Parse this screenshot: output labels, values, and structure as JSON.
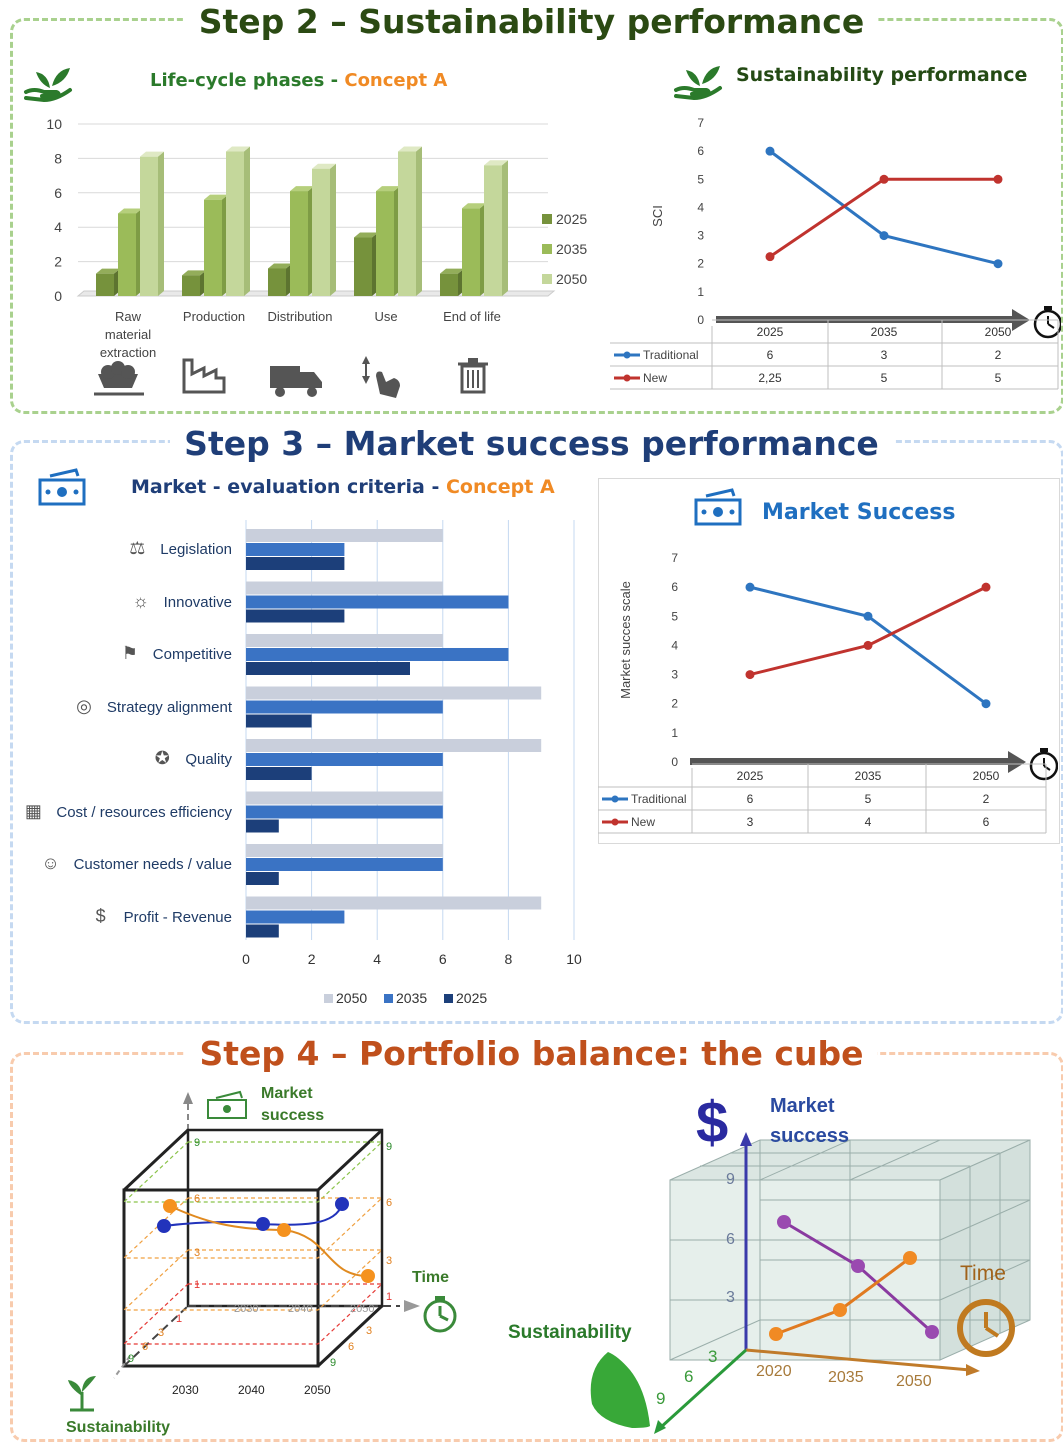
{
  "step2": {
    "title": "Step 2 – Sustainability performance",
    "lifecycle": {
      "title_prefix": "Life-cycle phases - ",
      "title_concept": "Concept A",
      "icons": [
        "ore-cart-icon",
        "factory-icon",
        "truck-icon",
        "hand-use-icon",
        "trash-icon"
      ]
    },
    "sustainability": {
      "title": "Sustainability performance",
      "table_rows": [
        {
          "label": "Traditional",
          "values": [
            "6",
            "3",
            "2"
          ]
        },
        {
          "label": "New",
          "values": [
            "2,25",
            "5",
            "5"
          ]
        }
      ]
    }
  },
  "step3": {
    "title": "Step 3 – Market success performance",
    "market": {
      "title_prefix": "Market - evaluation criteria - ",
      "title_concept": "Concept A",
      "criteria": [
        "Legislation",
        "Innovative",
        "Competitive",
        "Strategy alignment",
        "Quality",
        "Cost / resources efficiency",
        "Customer needs / value",
        "Profit - Revenue"
      ],
      "criteria_icons": [
        "scale-icon",
        "lightbulb-icon",
        "flags-icon",
        "target-icon",
        "award-icon",
        "bricks-icon",
        "people-icon",
        "dollar-icon"
      ]
    },
    "market_success": {
      "title": "Market Success",
      "table_rows": [
        {
          "label": "Traditional",
          "values": [
            "6",
            "5",
            "2"
          ]
        },
        {
          "label": "New",
          "values": [
            "3",
            "4",
            "6"
          ]
        }
      ]
    }
  },
  "step4": {
    "title": "Step 4 – Portfolio balance: the cube",
    "left_cube": {
      "axis_market": [
        "Market",
        "success"
      ],
      "axis_time": "Time",
      "axis_sustainability": "Sustainability",
      "years": [
        "2030",
        "2040",
        "2050"
      ],
      "levels": [
        "1",
        "3",
        "6",
        "9"
      ]
    },
    "right_cube": {
      "axis_market": [
        "Market",
        "success"
      ],
      "axis_time": "Time",
      "axis_sustainability": "Sustainability",
      "dollar": "$",
      "years": [
        "2020",
        "2035",
        "2050"
      ],
      "vertical_ticks": [
        "3",
        "6",
        "9"
      ],
      "depth_ticks": [
        "3",
        "6",
        "9"
      ]
    }
  },
  "colors": {
    "traditional": "#2e75c0",
    "new": "#c0332e",
    "green_dark": "#76923c",
    "green_mid": "#9bbb59",
    "green_light": "#c4d79b"
  },
  "chart_data": [
    {
      "type": "bar",
      "title": "Life-cycle phases - Concept A",
      "categories": [
        "Raw material extraction",
        "Production",
        "Distribution",
        "Use",
        "End of life"
      ],
      "series": [
        {
          "name": "2025",
          "values": [
            1.3,
            1.2,
            1.6,
            3.4,
            1.3
          ]
        },
        {
          "name": "2035",
          "values": [
            4.8,
            5.6,
            6.1,
            6.1,
            5.1
          ]
        },
        {
          "name": "2050",
          "values": [
            8.1,
            8.4,
            7.4,
            8.4,
            7.6
          ]
        }
      ],
      "ylim": [
        0,
        10
      ],
      "yticks": [
        "0",
        "2",
        "4",
        "6",
        "8",
        "10"
      ],
      "legend": "right"
    },
    {
      "type": "line",
      "title": "Sustainability performance",
      "ylabel": "SCI",
      "x": [
        "2025",
        "2035",
        "2050"
      ],
      "series": [
        {
          "name": "Traditional",
          "values": [
            6,
            3,
            2
          ]
        },
        {
          "name": "New",
          "values": [
            2.25,
            5,
            5
          ]
        }
      ],
      "ylim": [
        0,
        7
      ],
      "yticks": [
        "0",
        "1",
        "2",
        "3",
        "4",
        "5",
        "6",
        "7"
      ],
      "legend": "table below"
    },
    {
      "type": "bar",
      "orientation": "horizontal",
      "title": "Market - evaluation criteria - Concept A",
      "categories": [
        "Legislation",
        "Innovative",
        "Competitive",
        "Strategy alignment",
        "Quality",
        "Cost / resources efficiency",
        "Customer needs / value",
        "Profit - Revenue"
      ],
      "series": [
        {
          "name": "2050",
          "values": [
            6,
            6,
            6,
            9,
            9,
            6,
            6,
            9
          ]
        },
        {
          "name": "2035",
          "values": [
            3,
            8,
            8,
            6,
            6,
            6,
            6,
            3
          ]
        },
        {
          "name": "2025",
          "values": [
            3,
            3,
            5,
            2,
            2,
            1,
            1,
            1
          ]
        }
      ],
      "xlim": [
        0,
        10
      ],
      "xticks": [
        "0",
        "2",
        "4",
        "6",
        "8",
        "10"
      ],
      "legend": "bottom"
    },
    {
      "type": "line",
      "title": "Market Success",
      "ylabel": "Market succes scale",
      "x": [
        "2025",
        "2035",
        "2050"
      ],
      "series": [
        {
          "name": "Traditional",
          "values": [
            6,
            5,
            2
          ]
        },
        {
          "name": "New",
          "values": [
            3,
            4,
            6
          ]
        }
      ],
      "ylim": [
        0,
        7
      ],
      "yticks": [
        "0",
        "1",
        "2",
        "3",
        "4",
        "5",
        "6",
        "7"
      ],
      "legend": "table below"
    }
  ]
}
